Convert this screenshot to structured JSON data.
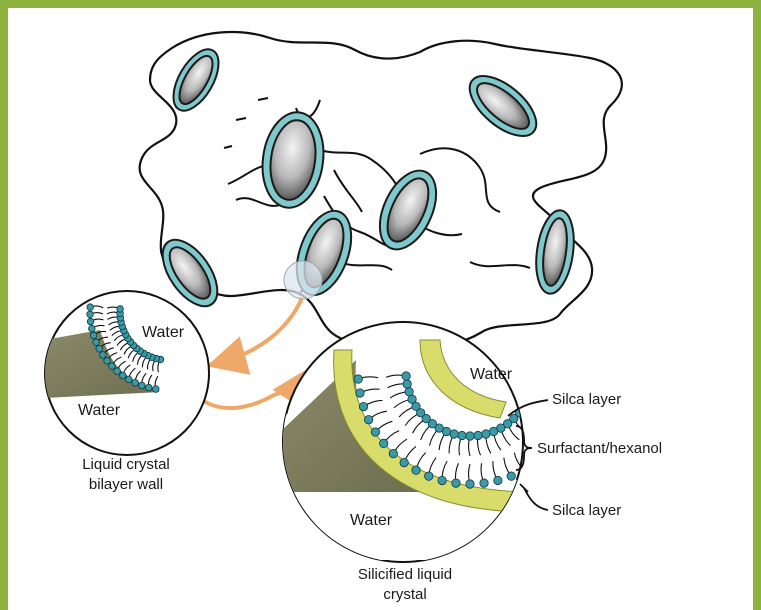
{
  "frame_color": "#8db33e",
  "colors": {
    "ring": "#7fc8cc",
    "ring_stroke": "#1a1a1a",
    "silica": "#d8dc6a",
    "arrow": "#f0a868",
    "dark_wedge": "#7a7a5a",
    "bead": "#3c9aa8"
  },
  "labels": {
    "water_small_top": "Water",
    "water_small_bottom": "Water",
    "liquid_crystal_line1": "Liquid crystal",
    "liquid_crystal_line2": "bilayer wall",
    "water_large_top": "Water",
    "water_large_bottom": "Water",
    "silica_top": "Silca layer",
    "surfactant": "Surfactant/hexanol",
    "silica_bottom": "Silca layer",
    "silicified_line1": "Silicified liquid",
    "silicified_line2": "crystal"
  }
}
